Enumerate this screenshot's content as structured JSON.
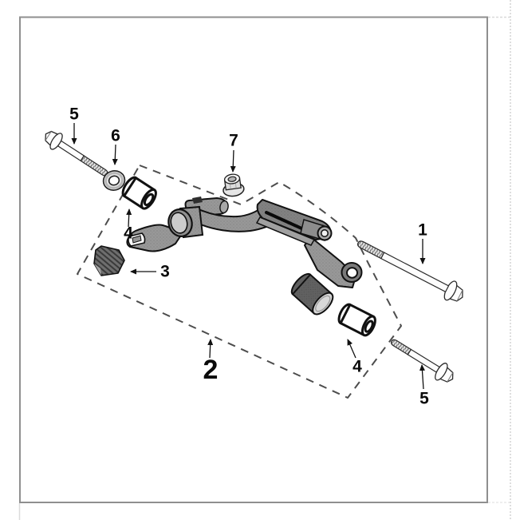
{
  "figure": {
    "type": "exploded-parts-diagram",
    "callouts": {
      "bolt_long": "1",
      "assembly_group": "2",
      "flexible_block": "3",
      "bushing_top": "4",
      "bushing_bottom": "4",
      "bolt_top": "5",
      "bolt_bottom": "5",
      "washer": "6",
      "nut": "7"
    },
    "colors": {
      "frame_border": "#8f8f8f",
      "outline": "#141414",
      "dash_outline": "#4d4d4d",
      "part_gray": "#989898",
      "part_plate": "#828282",
      "part_dark": "#616161",
      "face_light": "#d6d6d6",
      "paper": "#ffffff"
    }
  }
}
